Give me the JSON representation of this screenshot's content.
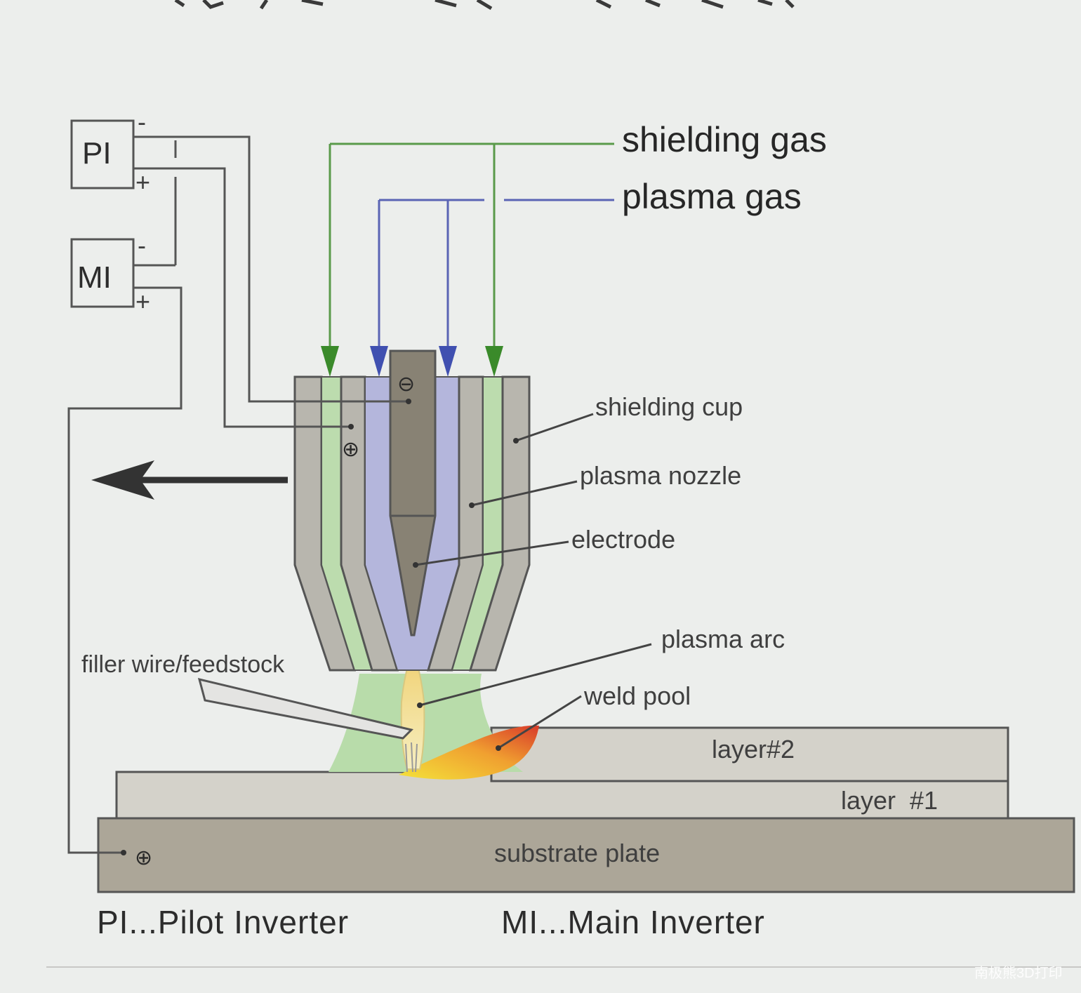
{
  "labels": {
    "shielding_gas": "shielding gas",
    "plasma_gas": "plasma gas",
    "shielding_cup": "shielding cup",
    "plasma_nozzle": "plasma nozzle",
    "electrode": "electrode",
    "plasma_arc": "plasma arc",
    "weld_pool": "weld pool",
    "filler_wire": "filler wire/feedstock",
    "layer2": "layer#2",
    "layer1": "layer  #1",
    "substrate": "substrate plate"
  },
  "inverters": {
    "pi": {
      "name": "PI",
      "minus": "-",
      "plus": "+"
    },
    "mi": {
      "name": "MI",
      "minus": "-",
      "plus": "+"
    }
  },
  "legend": {
    "pi": "PI...Pilot Inverter",
    "mi": "MI...Main Inverter"
  },
  "polarity": {
    "minus": "⊖",
    "plus": "⊕"
  },
  "watermark": "南极熊3D打印",
  "colors": {
    "shielding_gas_line": "#5a9a4a",
    "plasma_gas_line": "#5a64b4",
    "shielding_gas_fill": "#bcdcae",
    "plasma_gas_fill": "#b4b6dc",
    "wall": "#b8b6ae",
    "electrode": "#888274",
    "substrate": "#aca698",
    "layer": "#d4d2ca",
    "wire": "#5a5a5a"
  }
}
